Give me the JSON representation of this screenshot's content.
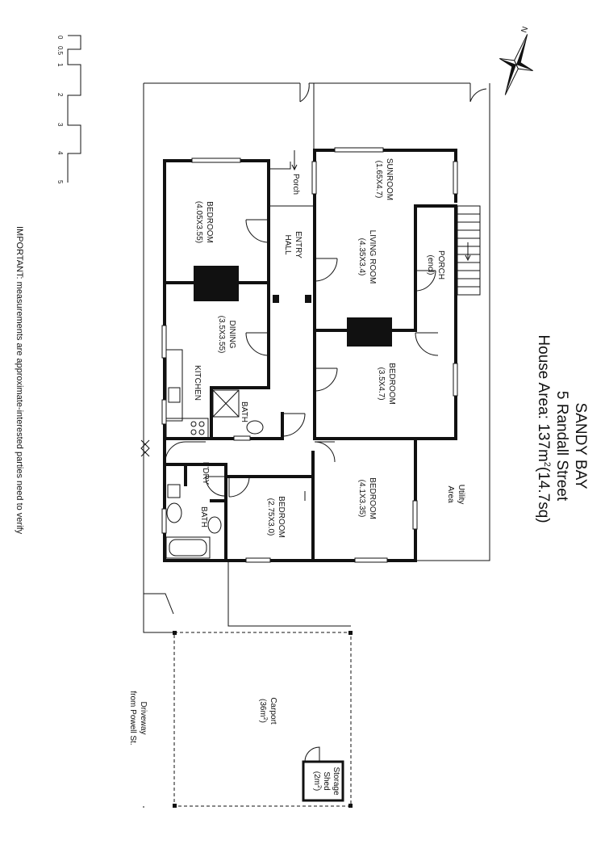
{
  "title": {
    "line1": "SANDY BAY",
    "line2": "5 Randall Street",
    "line3_prefix": "House Area: 137m",
    "line3_sup": "2",
    "line3_suffix": "(14.7sq)"
  },
  "note": "IMPORTANT: measurements are approximate-interested parties need to verify",
  "compass_label": "N",
  "scale": {
    "ticks": [
      "0",
      "0.5",
      "1",
      "2",
      "3",
      "4",
      "5"
    ]
  },
  "rooms": {
    "sunroom": {
      "name": "SUNROOM",
      "dims": "(1.65X4.7)"
    },
    "porch_top": {
      "name": "Porch"
    },
    "bedroom1": {
      "name": "BEDROOM",
      "dims": "(4.05X3.55)"
    },
    "entry_hall": {
      "line1": "ENTRY",
      "line2": "HALL"
    },
    "living": {
      "name": "LIVING ROOM",
      "dims": "(4.35X3.4)"
    },
    "porch_encl": {
      "name": "PORCH",
      "dims": "(encl)"
    },
    "dining": {
      "name": "DINING",
      "dims": "(3.5X3.55)"
    },
    "kitchen": {
      "name": "KITCHEN"
    },
    "bath1": {
      "name": "BATH"
    },
    "bedroom2": {
      "name": "BEDROOM",
      "dims": "(3.5X4.7)"
    },
    "utility": {
      "line1": "Utility",
      "line2": "Area"
    },
    "bedroom3": {
      "name": "BEDROOM",
      "dims": "(4.1X3.35)"
    },
    "laundry": {
      "name": "L'DRY"
    },
    "bath2": {
      "name": "BATH"
    },
    "bedroom4": {
      "name": "BEDROOM",
      "dims": "(2.75X3.0)"
    },
    "carport": {
      "name": "Carport",
      "dims_prefix": "(36m",
      "dims_sup": "2",
      "dims_suffix": ")"
    },
    "shed": {
      "line1": "Storage",
      "line2": "Shed",
      "line3_prefix": "(2m",
      "line3_sup": "2",
      "line3_suffix": ")"
    },
    "driveway": {
      "line1": "Driveway",
      "line2": "from Powell St."
    }
  }
}
